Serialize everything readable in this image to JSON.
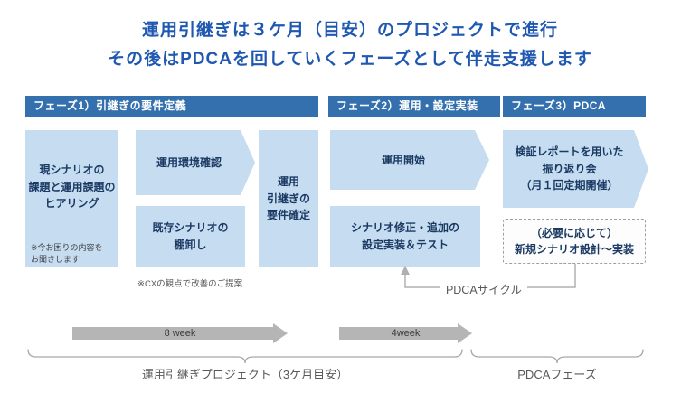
{
  "title": {
    "line1": "運用引継ぎは３ケ月（目安）のプロジェクトで進行",
    "line2": "その後はPDCAを回していくフェーズとして伴走支援します"
  },
  "phases": [
    {
      "label": "フェーズ1）引継ぎの要件定義"
    },
    {
      "label": "フェーズ2）運用・設定実装"
    },
    {
      "label": "フェーズ3）PDCA"
    }
  ],
  "phase1": {
    "hearing_box": "現シナリオの\n課題と運用課題の\nヒアリング",
    "hearing_note": "※今お困りの内容を\nお聞きします",
    "env_check_box": "運用環境確認",
    "inventory_box": "既存シナリオの\n棚卸し",
    "cx_note": "※CXの観点で改善のご提案",
    "requirements_box": "運用\n引継ぎの\n要件確定"
  },
  "phase2": {
    "start_box": "運用開始",
    "modify_box": "シナリオ修正・追加の\n設定実装＆テスト"
  },
  "phase3": {
    "review_box": "検証レポートを用いた\n振り返り会\n（月１回定期開催）",
    "optional_box": "（必要に応じて）\n新規シナリオ設計～実装"
  },
  "pdca_cycle_label": "PDCAサイクル",
  "timeline": {
    "phase1_duration": "8 week",
    "phase2_duration": "4week"
  },
  "brackets": {
    "handover_label": "運用引継ぎプロジェクト（3ケ月目安）",
    "pdca_label": "PDCAフェーズ"
  },
  "colors": {
    "title_blue": "#1f58b0",
    "header_blue": "#3470ad",
    "box_light_blue": "#c6ddf1",
    "box_text_navy": "#1b3a63",
    "arrow_gray": "#b5b5b5",
    "line_gray": "#b0b0b0",
    "label_gray": "#595959"
  }
}
